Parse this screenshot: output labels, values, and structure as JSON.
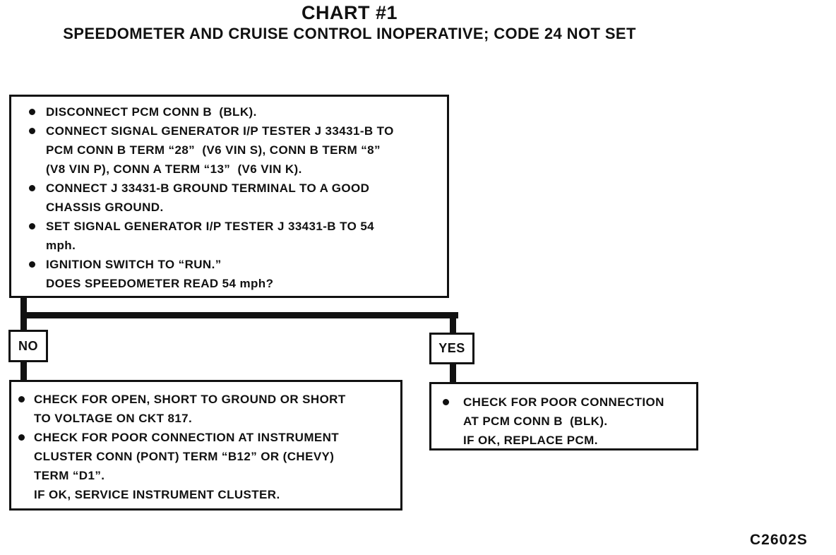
{
  "header": {
    "title": "CHART #1",
    "subtitle": "SPEEDOMETER AND CRUISE CONTROL INOPERATIVE; CODE 24 NOT SET"
  },
  "labels": {
    "no": "NO",
    "yes": "YES"
  },
  "boxes": {
    "procedure": {
      "items": [
        {
          "bullet": true,
          "lines": [
            "DISCONNECT PCM CONN B  (BLK)."
          ]
        },
        {
          "bullet": true,
          "lines": [
            "CONNECT SIGNAL GENERATOR I/P TESTER J 33431-B TO",
            "PCM CONN B TERM “28”  (V6 VIN S), CONN B TERM “8”",
            "(V8 VIN P), CONN A TERM “13”  (V6 VIN K)."
          ]
        },
        {
          "bullet": true,
          "lines": [
            "CONNECT J 33431-B GROUND TERMINAL TO A GOOD",
            "CHASSIS GROUND."
          ]
        },
        {
          "bullet": true,
          "lines": [
            "SET SIGNAL GENERATOR I/P TESTER J 33431-B TO 54",
            "mph."
          ]
        },
        {
          "bullet": true,
          "lines": [
            "IGNITION SWITCH TO “RUN.”",
            "DOES SPEEDOMETER READ 54 mph?"
          ]
        }
      ]
    },
    "no_action": {
      "items": [
        {
          "bullet": true,
          "lines": [
            "CHECK FOR OPEN, SHORT TO GROUND OR SHORT",
            "TO VOLTAGE ON CKT 817."
          ]
        },
        {
          "bullet": true,
          "lines": [
            "CHECK FOR POOR CONNECTION AT INSTRUMENT",
            "CLUSTER CONN (PONT) TERM “B12” OR (CHEVY)",
            "TERM “D1”.",
            "IF OK, SERVICE INSTRUMENT CLUSTER."
          ]
        }
      ]
    },
    "yes_action": {
      "items": [
        {
          "bullet": true,
          "lines": [
            "CHECK FOR POOR CONNECTION",
            "AT PCM CONN B  (BLK).",
            "IF OK, REPLACE PCM."
          ]
        }
      ]
    }
  },
  "footer": {
    "figure_code": "C2602S"
  },
  "colors": {
    "ink": "#111111",
    "paper": "#ffffff"
  }
}
